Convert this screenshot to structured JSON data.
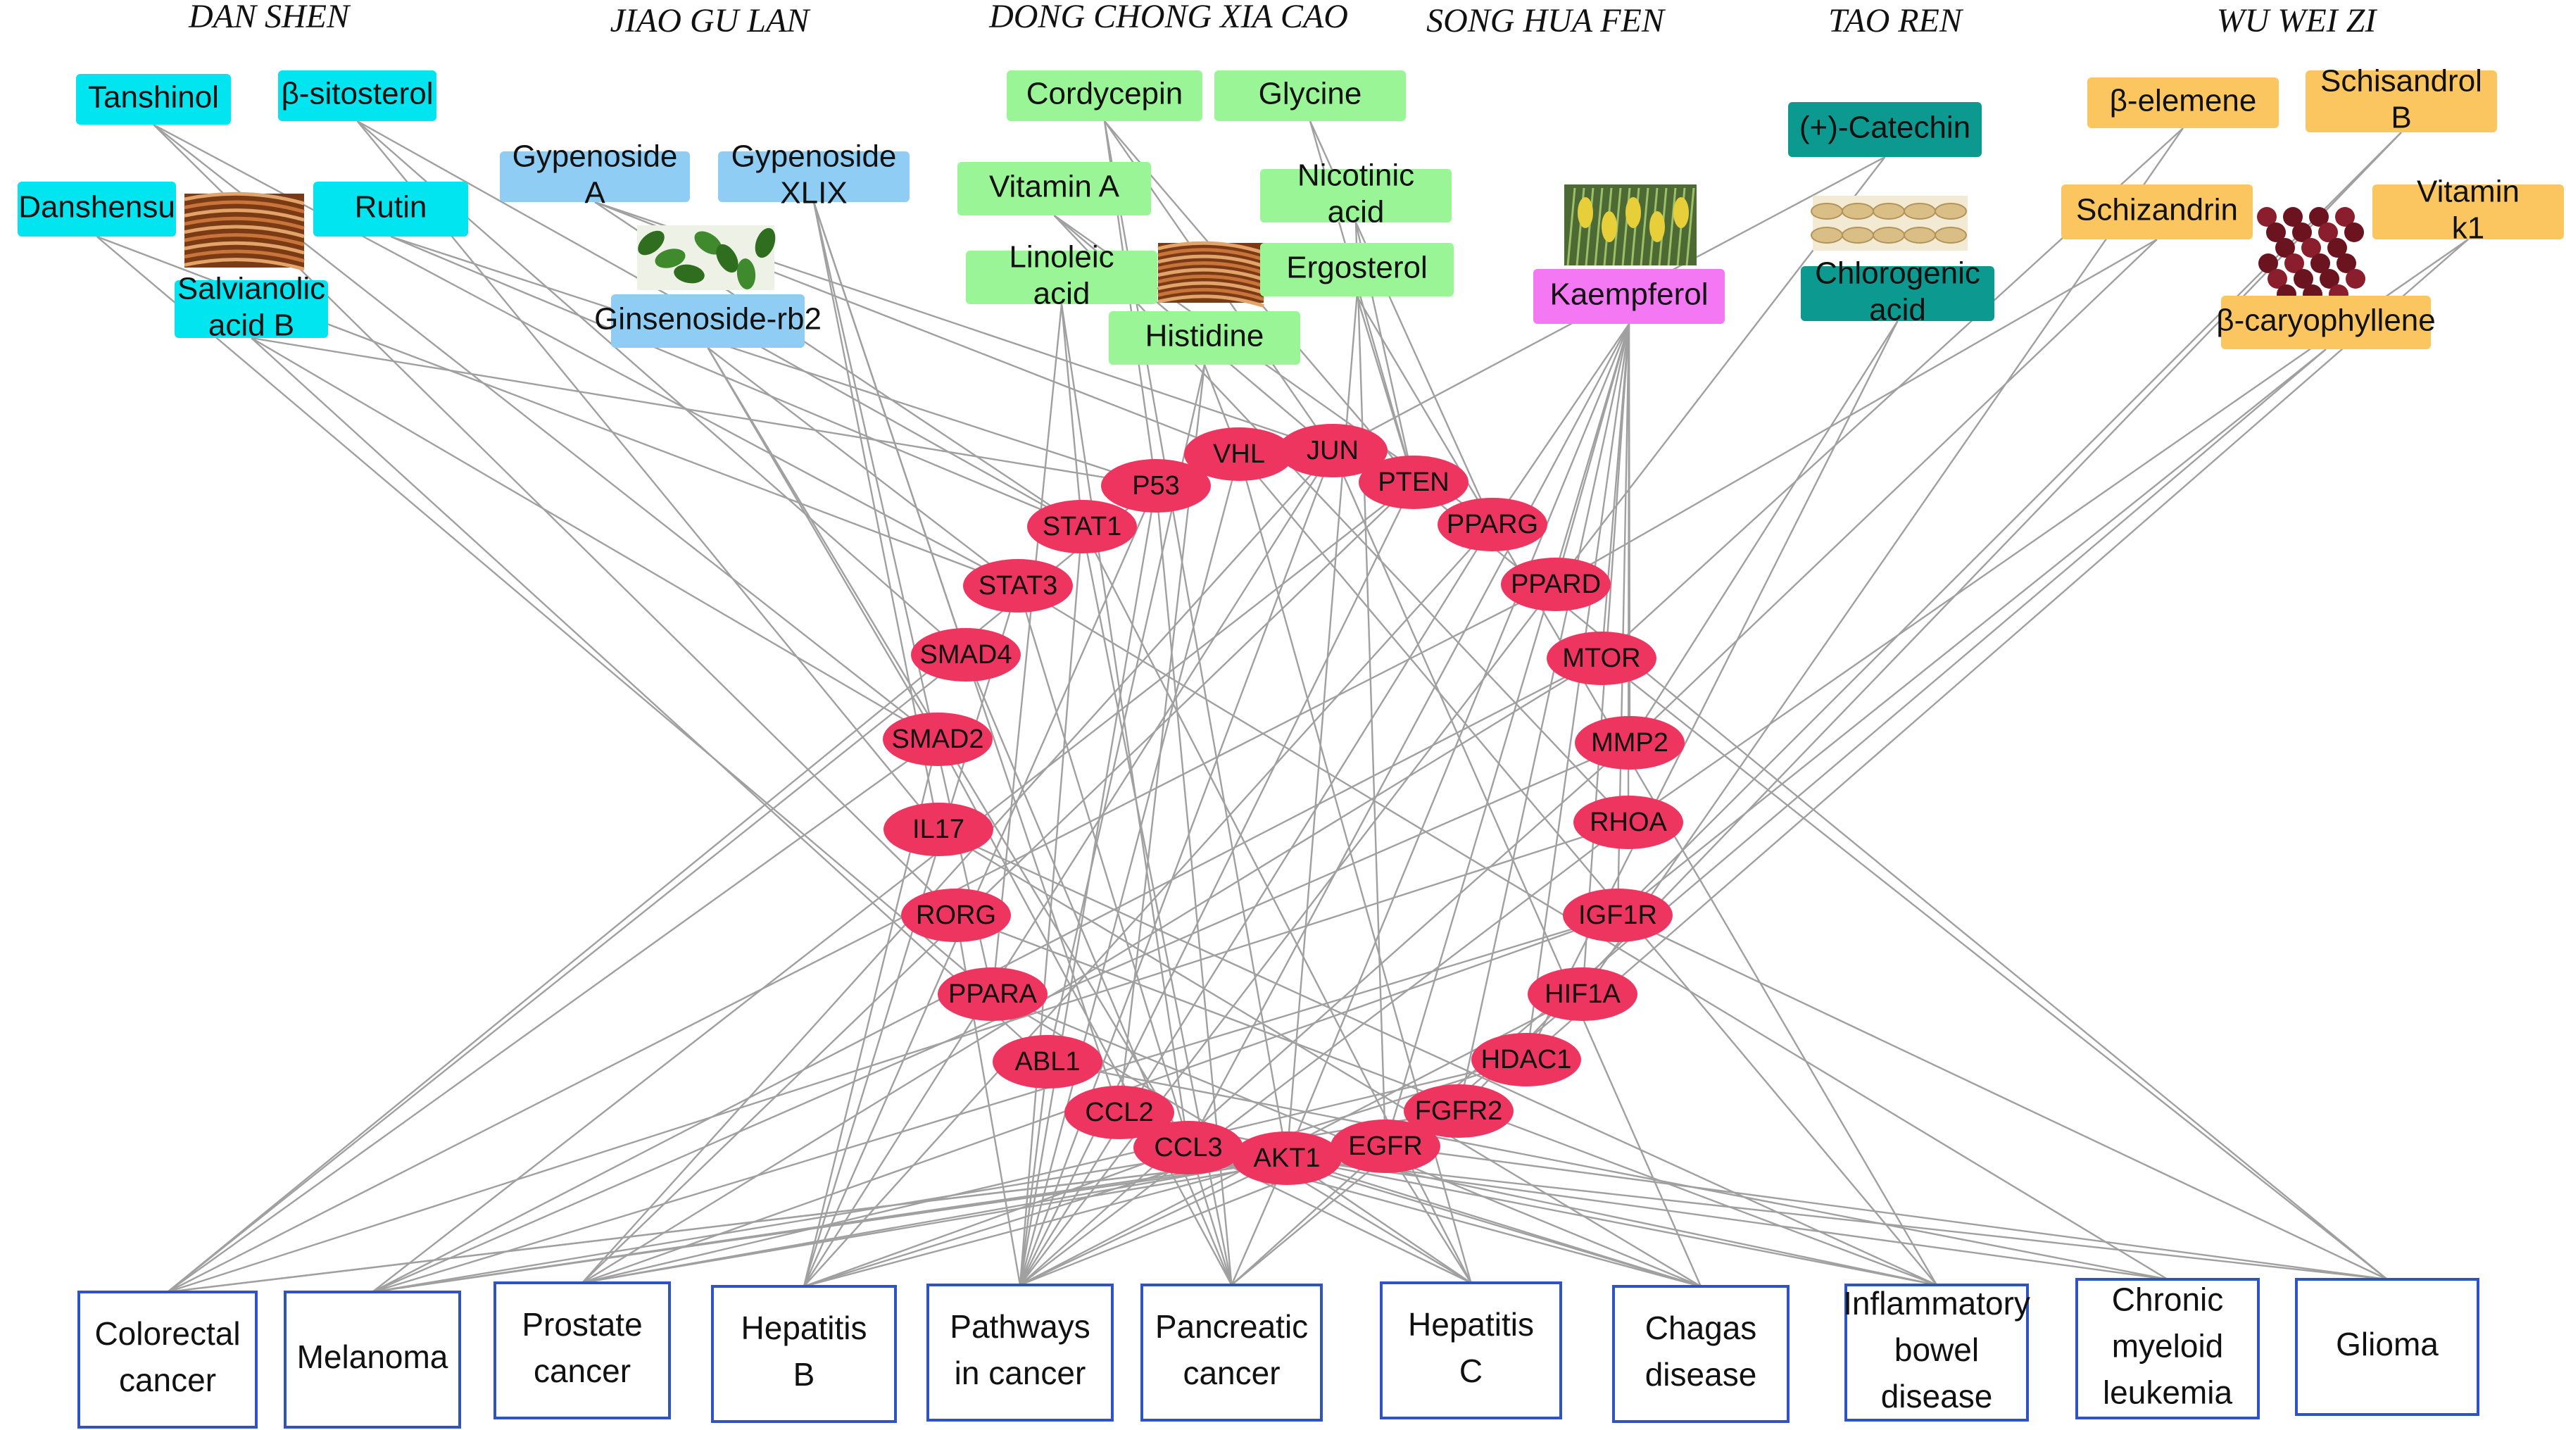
{
  "colors": {
    "dan_shen": "#00e5f0",
    "jiao_gu_lan": "#8fcdf4",
    "dong_chong_xia_cao": "#99f595",
    "song_hua_fen": "#f477f4",
    "tao_ren": "#0c9a90",
    "wu_wei_zi": "#fbc660",
    "gene": "#ee3560",
    "disease_border": "#2d53c5",
    "edge": "#a0a0a0"
  },
  "herbs": [
    {
      "id": "dan_shen",
      "title": "DAN SHEN",
      "photo": "herb-root-photo",
      "compounds": [
        {
          "id": "tanshinol",
          "lines": [
            "Tanshinol"
          ]
        },
        {
          "id": "b_sitosterol",
          "lines": [
            "β-sitosterol"
          ]
        },
        {
          "id": "danshensu",
          "lines": [
            "Danshensu"
          ]
        },
        {
          "id": "rutin",
          "lines": [
            "Rutin"
          ]
        },
        {
          "id": "salvianolic",
          "lines": [
            "Salvianolic",
            "acid B"
          ]
        }
      ]
    },
    {
      "id": "jiao_gu_lan",
      "title": "JIAO GU LAN",
      "photo": "herb-leaf-photo",
      "compounds": [
        {
          "id": "gyp_a",
          "lines": [
            "Gypenoside",
            "A"
          ]
        },
        {
          "id": "gyp_xlix",
          "lines": [
            "Gypenoside",
            "XLIX"
          ]
        },
        {
          "id": "ginsenoside",
          "lines": [
            "Ginsenoside-rb2"
          ]
        }
      ]
    },
    {
      "id": "dong_chong_xia_cao",
      "title": "DONG CHONG XIA CAO",
      "photo": "herb-fungus-photo",
      "compounds": [
        {
          "id": "cordycepin",
          "lines": [
            "Cordycepin"
          ]
        },
        {
          "id": "glycine",
          "lines": [
            "Glycine"
          ]
        },
        {
          "id": "vitamin_a",
          "lines": [
            "Vitamin A"
          ]
        },
        {
          "id": "nicotinic",
          "lines": [
            "Nicotinic",
            "acid"
          ]
        },
        {
          "id": "linoleic",
          "lines": [
            "Linoleic",
            "acid"
          ]
        },
        {
          "id": "ergosterol",
          "lines": [
            "Ergosterol"
          ]
        },
        {
          "id": "histidine",
          "lines": [
            "Histidine"
          ]
        }
      ]
    },
    {
      "id": "song_hua_fen",
      "title": "SONG HUA FEN",
      "photo": "herb-pine-pollen-photo",
      "compounds": [
        {
          "id": "kaempferol",
          "lines": [
            "Kaempferol"
          ]
        }
      ]
    },
    {
      "id": "tao_ren",
      "title": "TAO REN",
      "photo": "herb-seed-photo",
      "compounds": [
        {
          "id": "catechin",
          "lines": [
            "(+)-Catechin"
          ]
        },
        {
          "id": "chlorogenic",
          "lines": [
            "Chlorogenic",
            "acid"
          ]
        }
      ]
    },
    {
      "id": "wu_wei_zi",
      "title": "WU WEI ZI",
      "photo": "herb-berry-photo",
      "compounds": [
        {
          "id": "b_elemene",
          "lines": [
            "β-elemene"
          ]
        },
        {
          "id": "schisandrol",
          "lines": [
            "Schisandrol",
            "B"
          ]
        },
        {
          "id": "schizandrin",
          "lines": [
            "Schizandrin"
          ]
        },
        {
          "id": "vitamin_k1",
          "lines": [
            "Vitamin",
            "k1"
          ]
        },
        {
          "id": "b_caryophyllene",
          "lines": [
            "β-caryophyllene"
          ]
        }
      ]
    }
  ],
  "genes": [
    "VHL",
    "JUN",
    "P53",
    "PTEN",
    "STAT1",
    "PPARG",
    "STAT3",
    "PPARD",
    "SMAD4",
    "MTOR",
    "SMAD2",
    "MMP2",
    "IL17",
    "RHOA",
    "RORG",
    "IGF1R",
    "PPARA",
    "HIF1A",
    "ABL1",
    "HDAC1",
    "CCL2",
    "FGFR2",
    "CCL3",
    "EGFR",
    "AKT1"
  ],
  "diseases": [
    {
      "id": "colorectal",
      "lines": [
        "Colorectal",
        "cancer"
      ]
    },
    {
      "id": "melanoma",
      "lines": [
        "Melanoma"
      ]
    },
    {
      "id": "prostate",
      "lines": [
        "Prostate",
        "cancer"
      ]
    },
    {
      "id": "hep_b",
      "lines": [
        "Hepatitis",
        "B"
      ]
    },
    {
      "id": "pathways",
      "lines": [
        "Pathways",
        "in cancer"
      ]
    },
    {
      "id": "pancreatic",
      "lines": [
        "Pancreatic",
        "cancer"
      ]
    },
    {
      "id": "hep_c",
      "lines": [
        "Hepatitis",
        "C"
      ]
    },
    {
      "id": "chagas",
      "lines": [
        "Chagas",
        "disease"
      ]
    },
    {
      "id": "ibd",
      "lines": [
        "Inflammatory",
        "bowel",
        "disease"
      ]
    },
    {
      "id": "cml",
      "lines": [
        "Chronic",
        "myeloid",
        "leukemia"
      ]
    },
    {
      "id": "glioma",
      "lines": [
        "Glioma"
      ]
    }
  ],
  "compound_gene_edges": [
    [
      "tanshinol",
      "SMAD2"
    ],
    [
      "tanshinol",
      "RORG"
    ],
    [
      "tanshinol",
      "STAT3"
    ],
    [
      "b_sitosterol",
      "STAT1"
    ],
    [
      "b_sitosterol",
      "SMAD4"
    ],
    [
      "b_sitosterol",
      "IL17"
    ],
    [
      "danshensu",
      "STAT3"
    ],
    [
      "danshensu",
      "PPARA"
    ],
    [
      "rutin",
      "STAT1"
    ],
    [
      "rutin",
      "P53"
    ],
    [
      "salvianolic",
      "SMAD2"
    ],
    [
      "salvianolic",
      "ABL1"
    ],
    [
      "salvianolic",
      "P53"
    ],
    [
      "gyp_a",
      "VHL"
    ],
    [
      "gyp_a",
      "STAT1"
    ],
    [
      "gyp_a",
      "JUN"
    ],
    [
      "gyp_xlix",
      "SMAD4"
    ],
    [
      "gyp_xlix",
      "IL17"
    ],
    [
      "gyp_xlix",
      "CCL2"
    ],
    [
      "gyp_xlix",
      "PPARA"
    ],
    [
      "ginsenoside",
      "STAT3"
    ],
    [
      "ginsenoside",
      "SMAD2"
    ],
    [
      "ginsenoside",
      "CCL3"
    ],
    [
      "cordycepin",
      "JUN"
    ],
    [
      "cordycepin",
      "PTEN"
    ],
    [
      "cordycepin",
      "AKT1"
    ],
    [
      "cordycepin",
      "P53"
    ],
    [
      "glycine",
      "PTEN"
    ],
    [
      "glycine",
      "PPARG"
    ],
    [
      "vitamin_a",
      "JUN"
    ],
    [
      "vitamin_a",
      "PPARG"
    ],
    [
      "vitamin_a",
      "RHOA"
    ],
    [
      "nicotinic",
      "PTEN"
    ],
    [
      "nicotinic",
      "EGFR"
    ],
    [
      "linoleic",
      "STAT1"
    ],
    [
      "linoleic",
      "PPARA"
    ],
    [
      "linoleic",
      "CCL3"
    ],
    [
      "ergosterol",
      "PTEN"
    ],
    [
      "ergosterol",
      "PPARG"
    ],
    [
      "ergosterol",
      "AKT1"
    ],
    [
      "histidine",
      "VHL"
    ],
    [
      "histidine",
      "ABL1"
    ],
    [
      "histidine",
      "CCL2"
    ],
    [
      "kaempferol",
      "PPARG"
    ],
    [
      "kaempferol",
      "PPARD"
    ],
    [
      "kaempferol",
      "MTOR"
    ],
    [
      "kaempferol",
      "MMP2"
    ],
    [
      "kaempferol",
      "RHOA"
    ],
    [
      "kaempferol",
      "IGF1R"
    ],
    [
      "kaempferol",
      "HIF1A"
    ],
    [
      "kaempferol",
      "HDAC1"
    ],
    [
      "kaempferol",
      "FGFR2"
    ],
    [
      "kaempferol",
      "EGFR"
    ],
    [
      "kaempferol",
      "AKT1"
    ],
    [
      "kaempferol",
      "CCL3"
    ],
    [
      "catechin",
      "PPARD"
    ],
    [
      "catechin",
      "JUN"
    ],
    [
      "chlorogenic",
      "HDAC1"
    ],
    [
      "chlorogenic",
      "MMP2"
    ],
    [
      "b_elemene",
      "MTOR"
    ],
    [
      "b_elemene",
      "HIF1A"
    ],
    [
      "schisandrol",
      "IGF1R"
    ],
    [
      "schisandrol",
      "FGFR2"
    ],
    [
      "schizandrin",
      "MMP2"
    ],
    [
      "schizandrin",
      "PPARD"
    ],
    [
      "vitamin_k1",
      "HDAC1"
    ],
    [
      "vitamin_k1",
      "RHOA"
    ],
    [
      "b_caryophyllene",
      "IGF1R"
    ],
    [
      "b_caryophyllene",
      "EGFR"
    ]
  ],
  "gene_disease_edges": [
    [
      "VHL",
      "pathways"
    ],
    [
      "VHL",
      "hep_c"
    ],
    [
      "VHL",
      "ibd"
    ],
    [
      "JUN",
      "pathways"
    ],
    [
      "JUN",
      "hep_b"
    ],
    [
      "JUN",
      "chagas"
    ],
    [
      "JUN",
      "prostate"
    ],
    [
      "P53",
      "colorectal"
    ],
    [
      "P53",
      "hep_b"
    ],
    [
      "P53",
      "pathways"
    ],
    [
      "P53",
      "pancreatic"
    ],
    [
      "PTEN",
      "melanoma"
    ],
    [
      "PTEN",
      "prostate"
    ],
    [
      "PTEN",
      "glioma"
    ],
    [
      "PTEN",
      "pathways"
    ],
    [
      "STAT1",
      "hep_c"
    ],
    [
      "STAT1",
      "pathways"
    ],
    [
      "STAT1",
      "pancreatic"
    ],
    [
      "PPARG",
      "pathways"
    ],
    [
      "PPARG",
      "ibd"
    ],
    [
      "PPARG",
      "hep_b"
    ],
    [
      "STAT3",
      "pancreatic"
    ],
    [
      "STAT3",
      "hep_b"
    ],
    [
      "STAT3",
      "cml"
    ],
    [
      "PPARD",
      "colorectal"
    ],
    [
      "PPARD",
      "pathways"
    ],
    [
      "SMAD4",
      "colorectal"
    ],
    [
      "SMAD4",
      "pancreatic"
    ],
    [
      "MTOR",
      "glioma"
    ],
    [
      "MTOR",
      "prostate"
    ],
    [
      "MTOR",
      "melanoma"
    ],
    [
      "SMAD2",
      "colorectal"
    ],
    [
      "SMAD2",
      "pancreatic"
    ],
    [
      "SMAD2",
      "hep_b"
    ],
    [
      "MMP2",
      "pathways"
    ],
    [
      "MMP2",
      "melanoma"
    ],
    [
      "IL17",
      "ibd"
    ],
    [
      "IL17",
      "chagas"
    ],
    [
      "RHOA",
      "pathways"
    ],
    [
      "RHOA",
      "colorectal"
    ],
    [
      "RORG",
      "ibd"
    ],
    [
      "RORG",
      "pathways"
    ],
    [
      "IGF1R",
      "prostate"
    ],
    [
      "IGF1R",
      "melanoma"
    ],
    [
      "IGF1R",
      "glioma"
    ],
    [
      "PPARA",
      "chagas"
    ],
    [
      "PPARA",
      "hep_c"
    ],
    [
      "HIF1A",
      "pathways"
    ],
    [
      "HIF1A",
      "pancreatic"
    ],
    [
      "ABL1",
      "cml"
    ],
    [
      "ABL1",
      "pathways"
    ],
    [
      "HDAC1",
      "hep_b"
    ],
    [
      "HDAC1",
      "prostate"
    ],
    [
      "CCL2",
      "chagas"
    ],
    [
      "CCL2",
      "ibd"
    ],
    [
      "CCL2",
      "hep_c"
    ],
    [
      "FGFR2",
      "melanoma"
    ],
    [
      "FGFR2",
      "pathways"
    ],
    [
      "CCL3",
      "chagas"
    ],
    [
      "CCL3",
      "hep_b"
    ],
    [
      "EGFR",
      "glioma"
    ],
    [
      "EGFR",
      "colorectal"
    ],
    [
      "EGFR",
      "pancreatic"
    ],
    [
      "EGFR",
      "prostate"
    ],
    [
      "EGFR",
      "hep_c"
    ],
    [
      "EGFR",
      "melanoma"
    ],
    [
      "AKT1",
      "melanoma"
    ],
    [
      "AKT1",
      "prostate"
    ],
    [
      "AKT1",
      "hep_b"
    ],
    [
      "AKT1",
      "pathways"
    ],
    [
      "AKT1",
      "pancreatic"
    ],
    [
      "AKT1",
      "hep_c"
    ],
    [
      "AKT1",
      "chagas"
    ],
    [
      "AKT1",
      "cml"
    ],
    [
      "AKT1",
      "glioma"
    ],
    [
      "AKT1",
      "colorectal"
    ],
    [
      "AKT1",
      "ibd"
    ]
  ]
}
